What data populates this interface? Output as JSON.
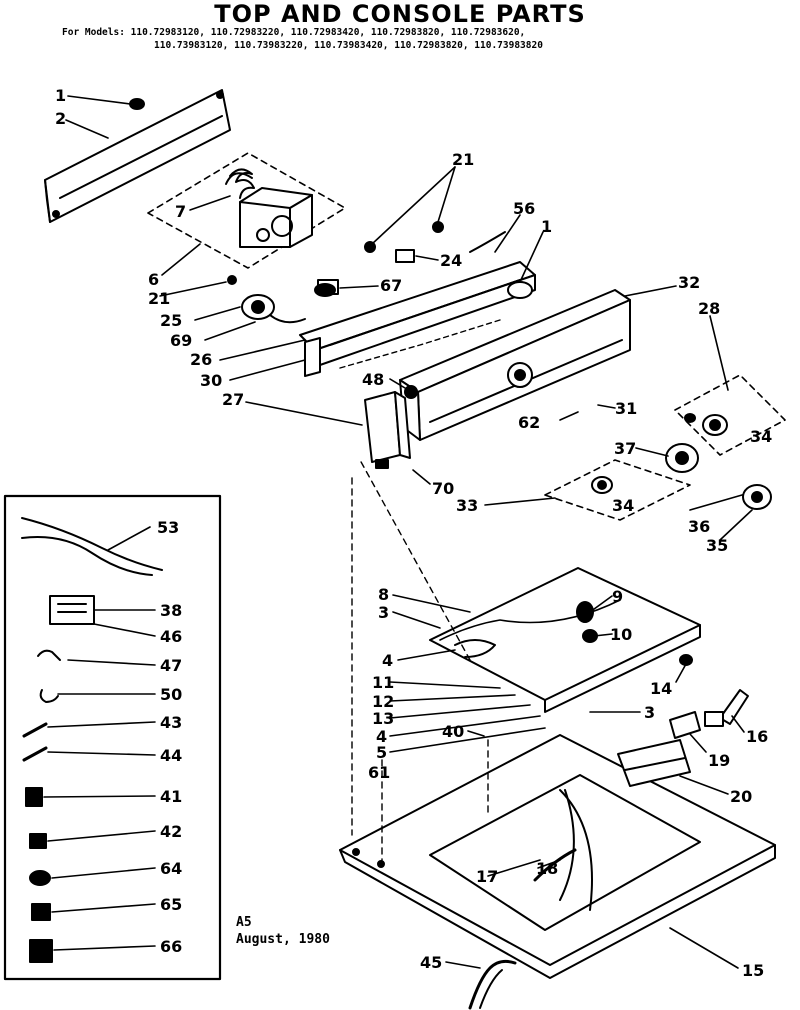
{
  "title": "TOP AND CONSOLE PARTS",
  "models_line1": "For Models: 110.72983120, 110.72983220, 110.72983420, 110.72983820, 110.72983620,",
  "models_line2": "110.73983120, 110.73983220, 110.73983420, 110.72983820, 110.73983820",
  "footer_code": "A5",
  "footer_date": "August, 1980",
  "parts": [
    {
      "id": "p1a",
      "num": "1"
    },
    {
      "id": "p2",
      "num": "2"
    },
    {
      "id": "p7",
      "num": "7"
    },
    {
      "id": "p6",
      "num": "6"
    },
    {
      "id": "p21a",
      "num": "21"
    },
    {
      "id": "p21b",
      "num": "21"
    },
    {
      "id": "p56",
      "num": "56"
    },
    {
      "id": "p1b",
      "num": "1"
    },
    {
      "id": "p24",
      "num": "24"
    },
    {
      "id": "p67",
      "num": "67"
    },
    {
      "id": "p25",
      "num": "25"
    },
    {
      "id": "p69",
      "num": "69"
    },
    {
      "id": "p26",
      "num": "26"
    },
    {
      "id": "p30",
      "num": "30"
    },
    {
      "id": "p48",
      "num": "48"
    },
    {
      "id": "p27",
      "num": "27"
    },
    {
      "id": "p32",
      "num": "32"
    },
    {
      "id": "p28",
      "num": "28"
    },
    {
      "id": "p31",
      "num": "31"
    },
    {
      "id": "p62",
      "num": "62"
    },
    {
      "id": "p34a",
      "num": "34"
    },
    {
      "id": "p37",
      "num": "37"
    },
    {
      "id": "p70",
      "num": "70"
    },
    {
      "id": "p33",
      "num": "33"
    },
    {
      "id": "p34b",
      "num": "34"
    },
    {
      "id": "p36",
      "num": "36"
    },
    {
      "id": "p35",
      "num": "35"
    },
    {
      "id": "p53",
      "num": "53"
    },
    {
      "id": "p38",
      "num": "38"
    },
    {
      "id": "p46",
      "num": "46"
    },
    {
      "id": "p47",
      "num": "47"
    },
    {
      "id": "p50",
      "num": "50"
    },
    {
      "id": "p43",
      "num": "43"
    },
    {
      "id": "p44",
      "num": "44"
    },
    {
      "id": "p41",
      "num": "41"
    },
    {
      "id": "p42",
      "num": "42"
    },
    {
      "id": "p64",
      "num": "64"
    },
    {
      "id": "p65",
      "num": "65"
    },
    {
      "id": "p66",
      "num": "66"
    },
    {
      "id": "p8",
      "num": "8"
    },
    {
      "id": "p3a",
      "num": "3"
    },
    {
      "id": "p9",
      "num": "9"
    },
    {
      "id": "p10",
      "num": "10"
    },
    {
      "id": "p4a",
      "num": "4"
    },
    {
      "id": "p11",
      "num": "11"
    },
    {
      "id": "p12",
      "num": "12"
    },
    {
      "id": "p13",
      "num": "13"
    },
    {
      "id": "p14",
      "num": "14"
    },
    {
      "id": "p3b",
      "num": "3"
    },
    {
      "id": "p4b",
      "num": "4"
    },
    {
      "id": "p40",
      "num": "40"
    },
    {
      "id": "p5",
      "num": "5"
    },
    {
      "id": "p16",
      "num": "16"
    },
    {
      "id": "p61",
      "num": "61"
    },
    {
      "id": "p19",
      "num": "19"
    },
    {
      "id": "p20",
      "num": "20"
    },
    {
      "id": "p17",
      "num": "17"
    },
    {
      "id": "p18",
      "num": "18"
    },
    {
      "id": "p45",
      "num": "45"
    },
    {
      "id": "p15",
      "num": "15"
    }
  ]
}
